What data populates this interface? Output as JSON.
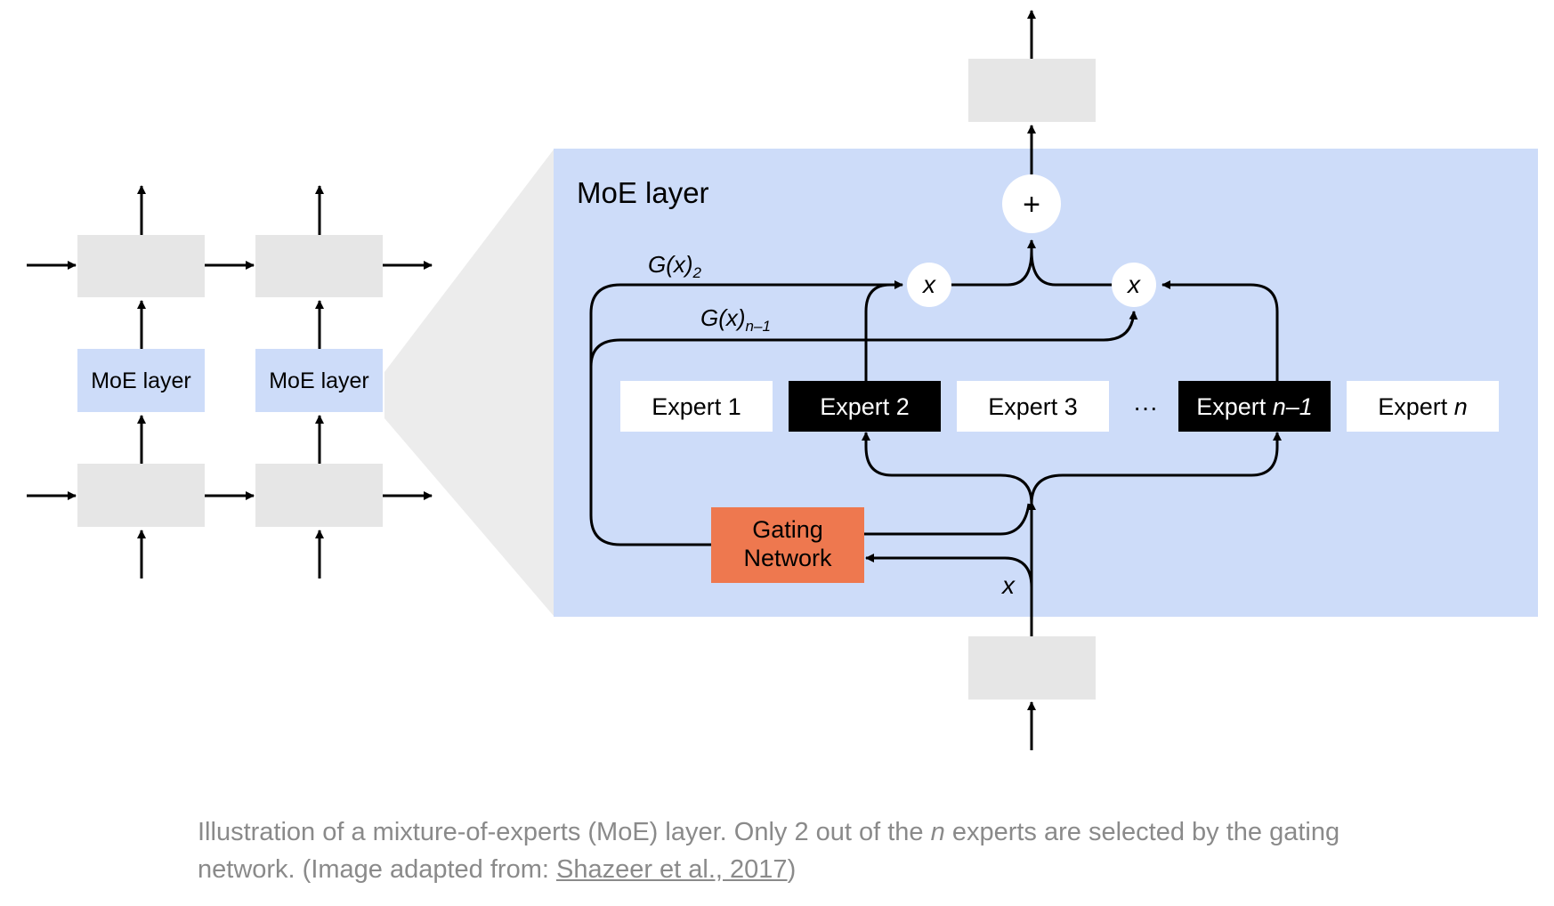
{
  "diagram": {
    "left_stack": {
      "moe_label": "MoE layer"
    },
    "moe_panel": {
      "title": "MoE layer",
      "sum_symbol": "+",
      "multiply_left_label": "x",
      "multiply_right_label": "x",
      "weight_label_2": {
        "base": "G(x)",
        "sub": "2"
      },
      "weight_label_n1": {
        "base": "G(x)",
        "sub": "n–1"
      },
      "experts": [
        {
          "prefix": "Expert ",
          "index": "1",
          "index_italic": false,
          "selected": false
        },
        {
          "prefix": "Expert ",
          "index": "2",
          "index_italic": false,
          "selected": true
        },
        {
          "prefix": "Expert ",
          "index": "3",
          "index_italic": false,
          "selected": false
        },
        {
          "prefix": "Expert ",
          "index": "n–1",
          "index_italic": true,
          "selected": true
        },
        {
          "prefix": "Expert ",
          "index": "n",
          "index_italic": true,
          "selected": false
        }
      ],
      "ellipsis": "···",
      "gating_line1": "Gating",
      "gating_line2": "Network",
      "input_label": "x"
    },
    "colors": {
      "panel_blue": "#cddcf9",
      "block_gray": "#e6e6e6",
      "gating_orange": "#ee784f",
      "selected_black": "#000000",
      "expert_white": "#ffffff",
      "zoom_gray": "#ececec",
      "caption_gray": "#8a8a8a"
    }
  },
  "caption": {
    "part1": "Illustration of a mixture-of-experts (MoE) layer. Only 2 out of the ",
    "n": "n",
    "part2": " experts are selected by the gating network. (Image adapted from: ",
    "link_text": "Shazeer et al., 2017",
    "part3": ")"
  }
}
